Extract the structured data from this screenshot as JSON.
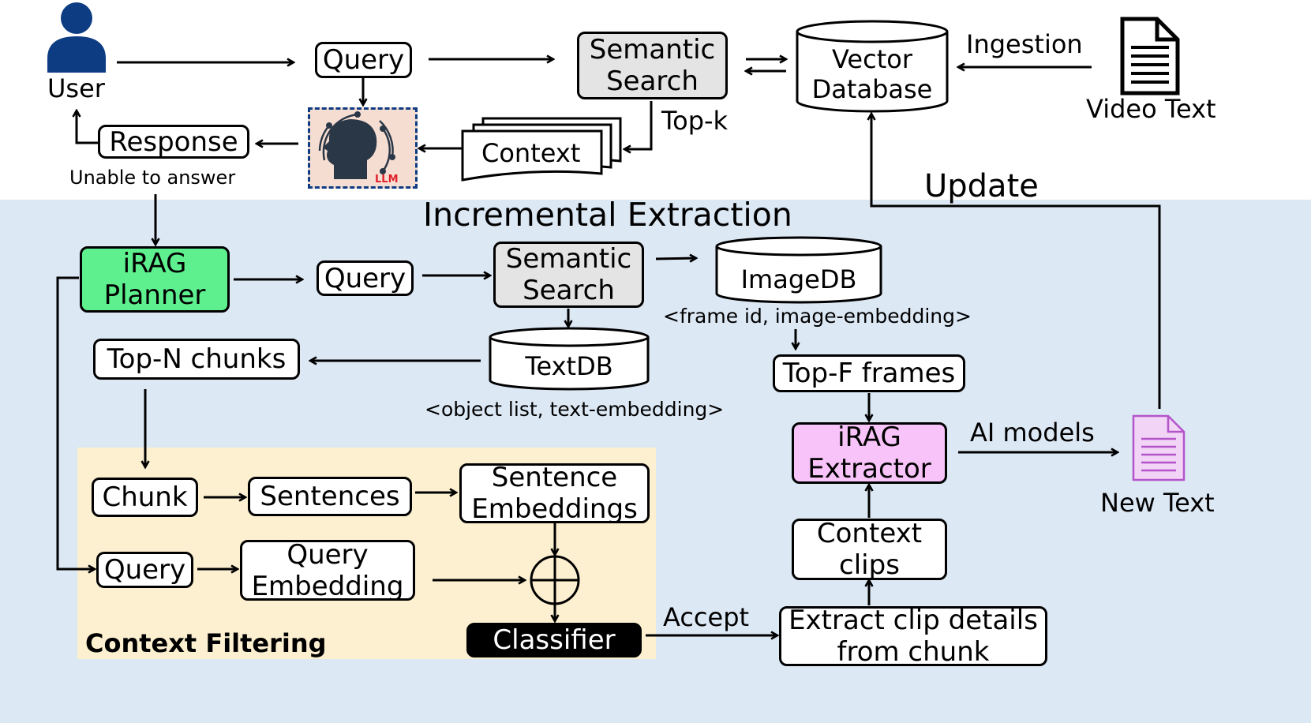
{
  "colors": {
    "incremental_bg": "#dde8f5",
    "filter_bg": "#fdf0d0",
    "semantic_search_fill": "#e4e4e4",
    "planner_fill": "#5ef08f",
    "extractor_fill": "#f8c3f8",
    "llm_bg": "#f6ddd2",
    "user_icon": "#0d3c83",
    "new_text_icon": "#b455c9",
    "llm_text": "#e0202a",
    "classifier_fill": "#000000"
  },
  "icons": {
    "user": "user-icon",
    "llm": "llm-head-icon",
    "video_text": "document-icon",
    "new_text": "document-icon"
  },
  "top": {
    "user_label": "User",
    "query": "Query",
    "semantic_search": "Semantic\nSearch",
    "vector_db": "Vector\nDatabase",
    "ingestion": "Ingestion",
    "video_text": "Video Text",
    "top_k": "Top-k",
    "context": "Context",
    "response": "Response",
    "llm_badge": "LLM",
    "unable": "Unable to answer",
    "update": "Update"
  },
  "incremental": {
    "title": "Incremental Extraction",
    "planner": "iRAG\nPlanner",
    "query": "Query",
    "semantic_search": "Semantic\nSearch",
    "imagedb": "ImageDB",
    "imagedb_schema": "<frame id, image-embedding>",
    "textdb": "TextDB",
    "textdb_schema": "<object list, text-embedding>",
    "top_n": "Top-N chunks",
    "top_f": "Top-F frames",
    "extractor": "iRAG\nExtractor",
    "ai_models": "AI models",
    "new_text": "New Text",
    "context_clips": "Context\nclips",
    "extract_clip": "Extract clip details\nfrom chunk",
    "accept": "Accept"
  },
  "filtering": {
    "title": "Context Filtering",
    "chunk": "Chunk",
    "sentences": "Sentences",
    "sentence_embeddings": "Sentence\nEmbeddings",
    "query": "Query",
    "query_embedding": "Query\nEmbedding",
    "classifier": "Classifier"
  }
}
